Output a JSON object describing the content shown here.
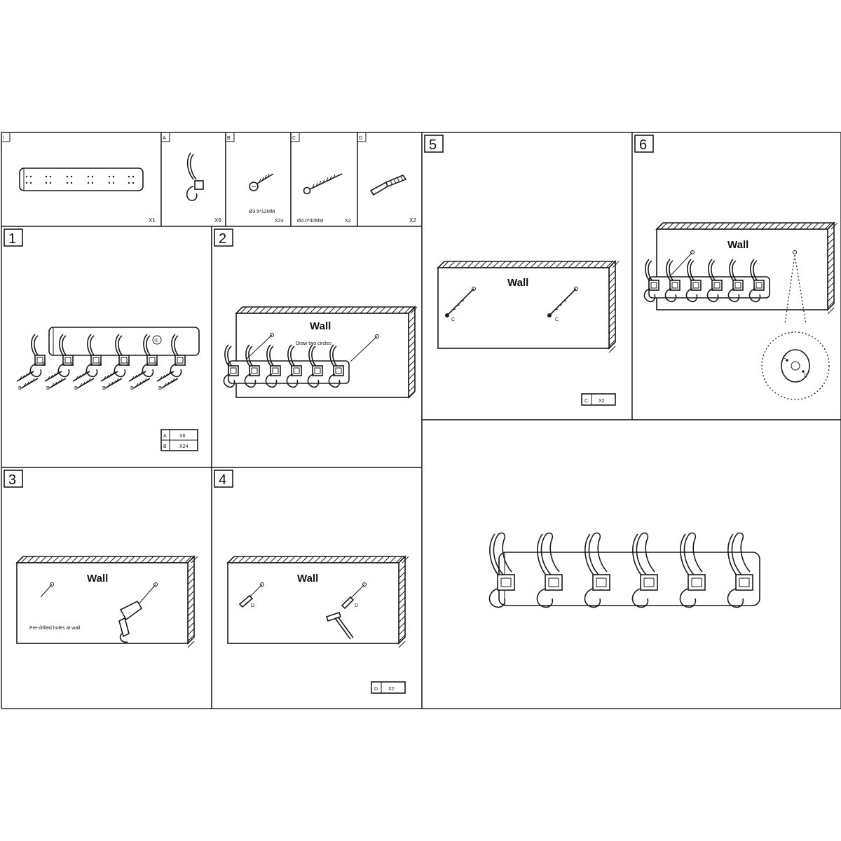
{
  "parts": {
    "rail": {
      "letter": "\\",
      "qty": "X1"
    },
    "a": {
      "letter": "A",
      "qty": "X6"
    },
    "b": {
      "letter": "B",
      "spec": "Ø3.5*12MM",
      "qty": "X24"
    },
    "c": {
      "letter": "C",
      "spec": "Ø4.0*40MM",
      "qty": "X2"
    },
    "d": {
      "letter": "D",
      "qty": "X2"
    }
  },
  "step1": {
    "number": "1",
    "labels": {
      "a": "A",
      "b": "B"
    },
    "callout": "①",
    "table": [
      {
        "part": "A",
        "qty": "X6"
      },
      {
        "part": "B",
        "qty": "X24"
      }
    ]
  },
  "step2": {
    "number": "2",
    "wall": "Wall",
    "note": "Draw two circles"
  },
  "step3": {
    "number": "3",
    "wall": "Wall",
    "note": "Pre-drilled holes at wall"
  },
  "step4": {
    "number": "4",
    "wall": "Wall",
    "label": "D",
    "badge": {
      "part": "D",
      "qty": "X2"
    }
  },
  "step5": {
    "number": "5",
    "wall": "Wall",
    "label": "C",
    "badge": {
      "part": "C",
      "qty": "X2"
    }
  },
  "step6": {
    "number": "6",
    "wall": "Wall",
    "detail": {
      "c": "C",
      "d": "D"
    }
  }
}
